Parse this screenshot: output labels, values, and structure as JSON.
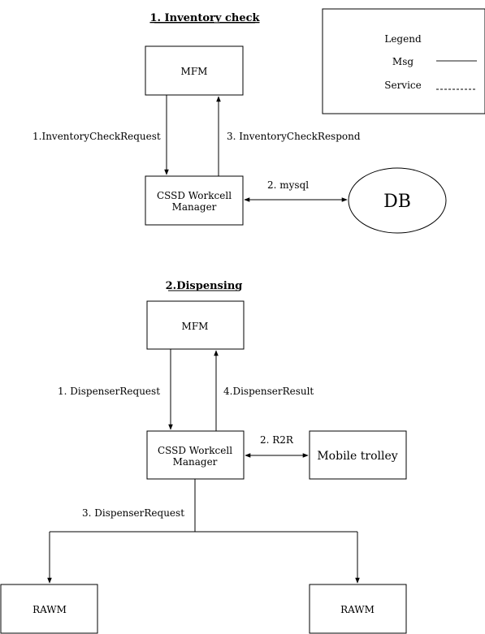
{
  "section1": {
    "title": "1. Inventory check",
    "mfm_label": "MFM",
    "manager_label_line1": "CSSD Workcell",
    "manager_label_line2": "Manager",
    "db_label": "DB",
    "request_label": "1.InventoryCheckRequest",
    "respond_label": "3. InventoryCheckRespond",
    "mysql_label": "2. mysql"
  },
  "legend": {
    "title": "Legend",
    "msg_label": "Msg",
    "service_label": "Service"
  },
  "section2": {
    "title": "2.Dispensing",
    "mfm_label": "MFM",
    "manager_label_line1": "CSSD Workcell",
    "manager_label_line2": "Manager",
    "trolley_label": "Mobile trolley",
    "request_label": "1. DispenserRequest",
    "result_label": "4.DispenserResult",
    "r2r_label": "2. R2R",
    "dispenser_request2_label": "3. DispenserRequest",
    "rawm_left_label": "RAWM",
    "rawm_right_label": "RAWM"
  },
  "colors": {
    "stroke": "#000000",
    "legend_line": "#666666"
  }
}
